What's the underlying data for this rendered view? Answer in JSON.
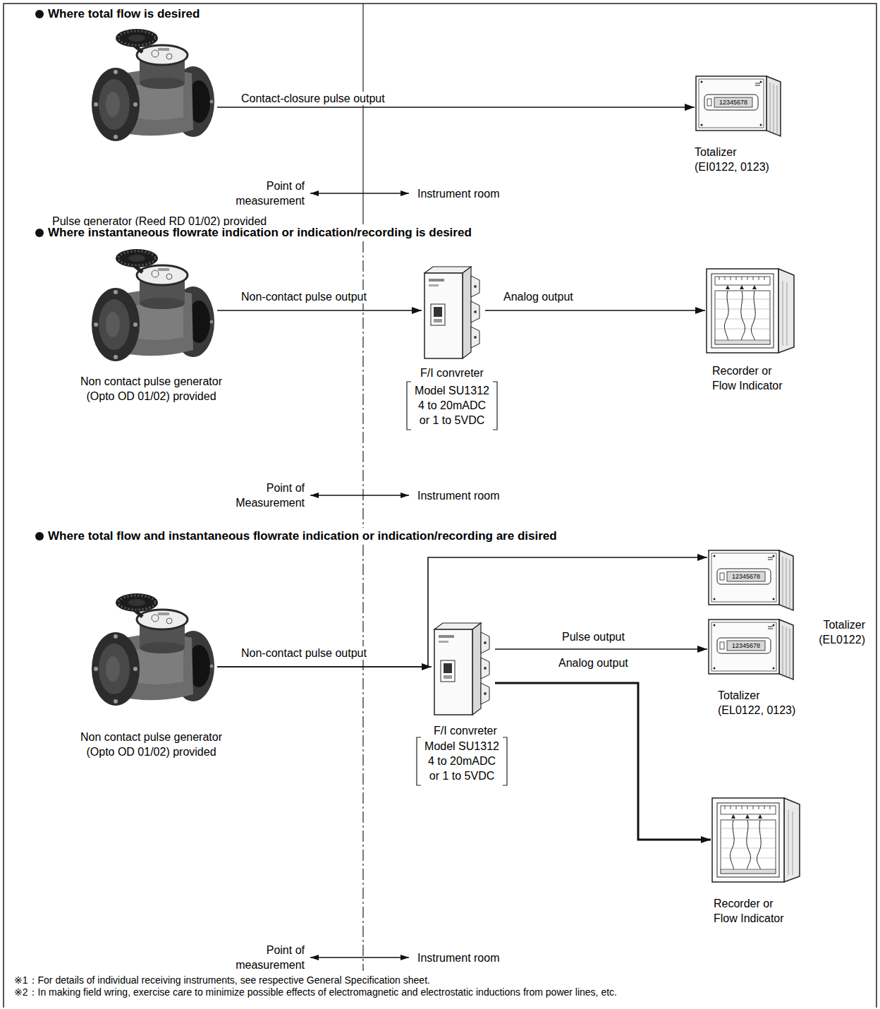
{
  "diagram": {
    "nodes": [
      {
        "text": [
          "Pulse generator (Reed RD 01/02) provided"
        ]
      },
      {
        "text": [
          "Totalizer (EI0122, 0123)"
        ]
      },
      {
        "text": [
          "Non contact pulse generator (Opto OD 01/02) provided"
        ]
      },
      {
        "text": [
          "F/I convreter",
          "Model SU1312 4 to 20mADC or 1 to 5VDC"
        ]
      },
      {
        "text": [
          "Recorder or Flow Indicator"
        ]
      },
      {
        "text": [
          "Non contact pulse generator (Opto OD 01/02) provided"
        ]
      },
      {
        "text": [
          "Totalizer (EL0122)"
        ]
      },
      {
        "text": [
          "F/I convreter",
          "Model SU1312 4 to 20mADC or 1 to 5VDC"
        ]
      },
      {
        "text": [
          "Totalizer (EL0122, 0123)"
        ]
      },
      {
        "text": [
          "Recorder or Flow Indicator"
        ]
      }
    ],
    "edges": [
      {
        "from": 0,
        "to": 1,
        "label": "Contact-closure pulse output",
        "arrow": "to"
      },
      {
        "from": 2,
        "to": 3,
        "label": "Non-contact pulse output",
        "arrow": "to"
      },
      {
        "from": 3,
        "to": 4,
        "label": "Analog output",
        "arrow": "to"
      },
      {
        "from": 5,
        "to": 6,
        "arrow": "to"
      },
      {
        "from": 5,
        "to": 7,
        "label": "Non-contact pulse output",
        "arrow": "to"
      },
      {
        "from": 7,
        "to": 8,
        "label": "Pulse output",
        "arrow": "to"
      },
      {
        "from": 7,
        "to": 9,
        "label": "Analog output",
        "arrow": "to"
      }
    ],
    "labels": [
      "Where total flow is desired",
      "12345678",
      "Point of measurement",
      "Instrument room",
      "Where instantaneous flowrate indication or indication/recording is desired",
      "Point of Measurement",
      "Instrument room",
      "Where total flow and instantaneous flowrate indication or indication/recording are disired",
      "12345678",
      "12345678",
      "Point of measurement",
      "Instrument room",
      "※1：For details of individual receiving instruments, see respective General Specification sheet.",
      "※2：In making field wring, exercise care to minimize possible effects of electromagnetic and electrostatic inductions from power lines, etc."
    ]
  }
}
